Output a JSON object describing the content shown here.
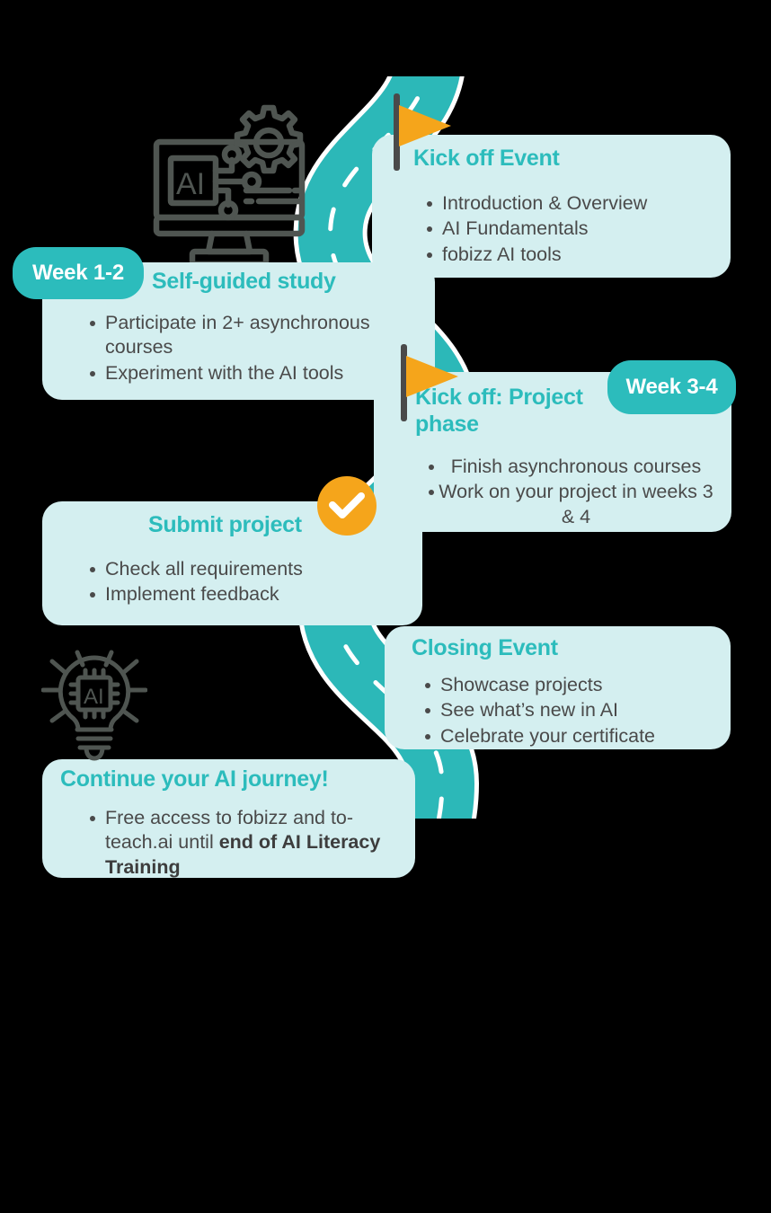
{
  "meta": {
    "colors": {
      "background": "#000000",
      "card_bg": "#d4eff0",
      "teal": "#2cbcbc",
      "road": "#2cb8b8",
      "orange": "#f5a51b",
      "body_text": "#4a4a4a",
      "icon_gray": "#4f5551",
      "white": "#ffffff"
    }
  },
  "icons": {
    "monitor_ai": "ai-monitor-gear-icon",
    "lightbulb_ai": "ai-lightbulb-icon",
    "flag": "milestone-flag-icon",
    "check": "check-circle-icon",
    "road": "winding-road-path"
  },
  "badges": [
    {
      "id": "week-1-2",
      "label": "Week 1-2"
    },
    {
      "id": "week-3-4",
      "label": "Week 3-4"
    }
  ],
  "cards": [
    {
      "id": "kick-off-event",
      "title": "Kick off Event",
      "items": [
        "Introduction & Overview",
        "AI Fundamentals",
        "fobizz AI tools"
      ]
    },
    {
      "id": "self-guided-study",
      "title": "Self-guided study",
      "items": [
        "Participate in 2+ asynchronous courses",
        "Experiment with the AI tools"
      ]
    },
    {
      "id": "kick-off-project-phase",
      "title": "Kick off: Project phase",
      "items": [
        "Finish asynchronous courses",
        "Work on your project in weeks 3 & 4"
      ]
    },
    {
      "id": "submit-project",
      "title": "Submit project",
      "items": [
        "Check all requirements",
        "Implement feedback"
      ]
    },
    {
      "id": "closing-event",
      "title": "Closing Event",
      "items": [
        "Showcase projects",
        "See what’s new in AI",
        "Celebrate your certificate"
      ]
    },
    {
      "id": "continue-ai-journey",
      "title": "Continue your AI journey!",
      "items_rich": [
        {
          "text": "Free access to fobizz and to-teach.ai until ",
          "bold": "end of AI Literacy Training"
        }
      ]
    }
  ]
}
